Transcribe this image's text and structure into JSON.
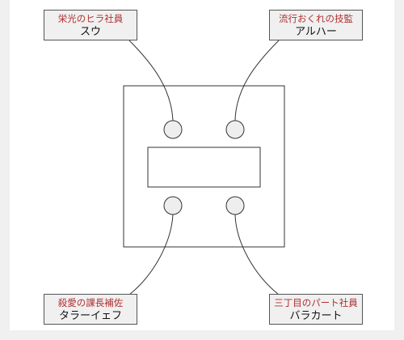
{
  "members": [
    {
      "role": "栄光のヒラ社員",
      "name": "スウ"
    },
    {
      "role": "流行おくれの技監",
      "name": "アルハー"
    },
    {
      "role": "殺愛の課長補佐",
      "name": "タラーイェフ"
    },
    {
      "role": "三丁目のパート社員",
      "name": "バラカート"
    }
  ],
  "colors": {
    "role_text": "#b03030",
    "line": "#333333",
    "seat_fill": "#eeeeee"
  }
}
